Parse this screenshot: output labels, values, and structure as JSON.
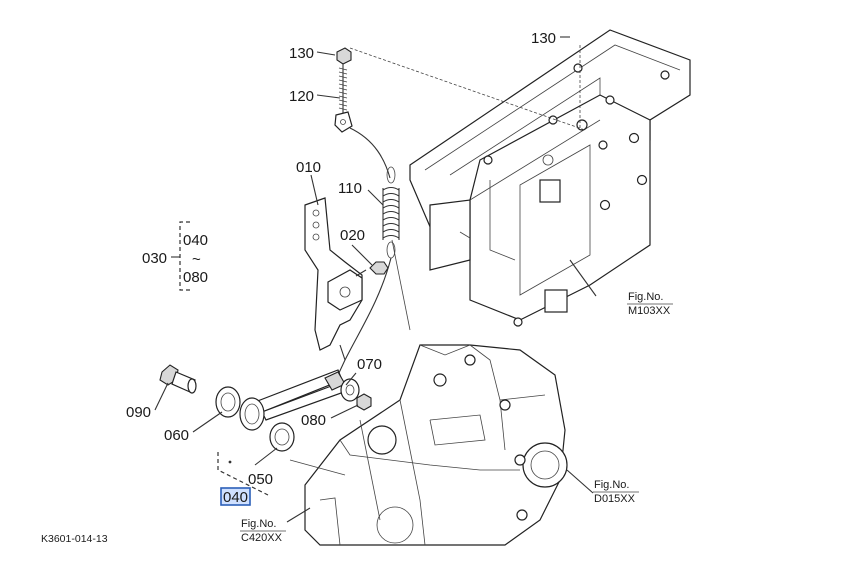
{
  "diagram": {
    "labels": {
      "p130_top": "130",
      "p120": "120",
      "p130_right": "130",
      "p010": "010",
      "p110": "110",
      "p020": "020",
      "p030": "030",
      "p040_range_start": "040",
      "p_range_sep": "~",
      "p080_range_end": "080",
      "p070": "070",
      "p090": "090",
      "p080": "080",
      "p060": "060",
      "p050": "050",
      "p040_selected": "040"
    },
    "figure_refs": {
      "m103": {
        "line1": "Fig.No.",
        "line2": "M103XX"
      },
      "d015": {
        "line1": "Fig.No.",
        "line2": "D015XX"
      },
      "c420": {
        "line1": "Fig.No.",
        "line2": "C420XX"
      }
    },
    "diagram_code": "K3601-014-13",
    "selected_part": "040",
    "selection_color": "#2b5fb8"
  }
}
